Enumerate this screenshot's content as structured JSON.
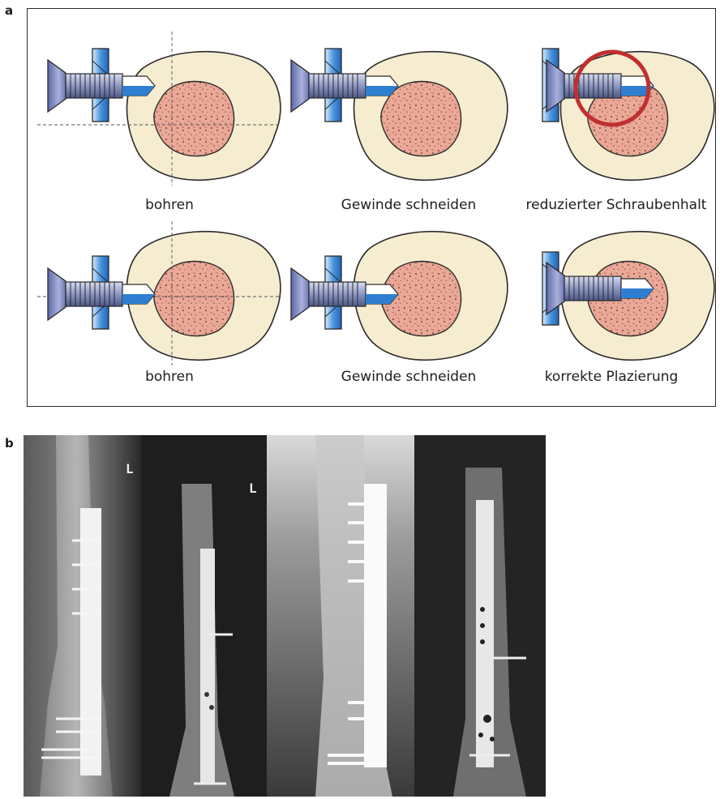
{
  "panel_a": {
    "label": "a",
    "captions": [
      "bohren",
      "Gewinde schneiden",
      "reduzierter Schraubenhalt",
      "bohren",
      "Gewinde schneiden",
      "korrekte Plazierung"
    ]
  },
  "panel_b": {
    "label": "b",
    "radiograph_markers": [
      "L",
      "L"
    ]
  },
  "colors": {
    "screw_head": "#8f9ac9",
    "screw_thread": "#9aa3c4",
    "drill_tip": "#2e7fd1",
    "plate": "#4b8fd9",
    "bone_outer": "#f6ecd0",
    "marrow": "#e9a99a",
    "highlight_ring": "#c0302f",
    "outline": "#2a2a2a"
  }
}
